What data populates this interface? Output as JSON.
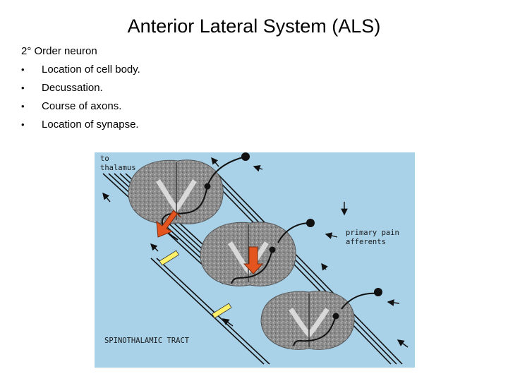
{
  "slide": {
    "title": "Anterior Lateral System (ALS)",
    "heading": "2° Order neuron",
    "bullet_char": "•",
    "bullets": [
      "Location of cell body.",
      "Decussation.",
      "Course of axons.",
      "Location of synapse."
    ]
  },
  "figure": {
    "label_to": "to",
    "label_thalamus": "thalamus",
    "label_primary": "primary pain",
    "label_afferents": "afferents",
    "label_tract": "SPINOTHALAMIC TRACT",
    "colors": {
      "background": "#a9d2e9",
      "cord_tissue": "#8c8c8c",
      "red_arrow": "#e4541f",
      "yellow_marker": "#fff06a"
    }
  }
}
